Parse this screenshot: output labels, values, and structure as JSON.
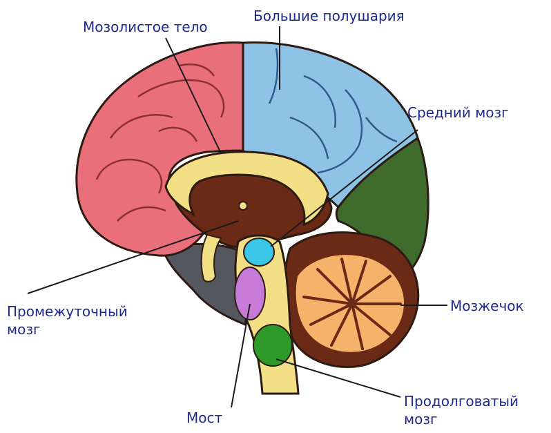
{
  "labels": {
    "corpus_callosum": "Мозолистое тело",
    "hemispheres": "Большие полушария",
    "midbrain": "Средний мозг",
    "diencephalon": "Промежуточный\nмозг",
    "cerebellum": "Мозжечок",
    "pons": "Мост",
    "medulla": "Продолговатый\nмозг"
  },
  "colors": {
    "label_text": "#1e2a8c",
    "frontal_lobe": "#e9707a",
    "parietal_lobe": "#8ec3e6",
    "occipital_lobe": "#3f6b2c",
    "corpus_callosum": "#f3df86",
    "diencephalon": "#6b2a16",
    "cerebellum_white": "#f5b26a",
    "cerebellum_outer": "#6b2a16",
    "brainstem": "#f3df86",
    "pons": "#c77ad8",
    "midbrain": "#39c6e8",
    "medulla": "#2e9a2a",
    "temporal_lobe": "#55575e",
    "outline": "#2b1b12"
  }
}
